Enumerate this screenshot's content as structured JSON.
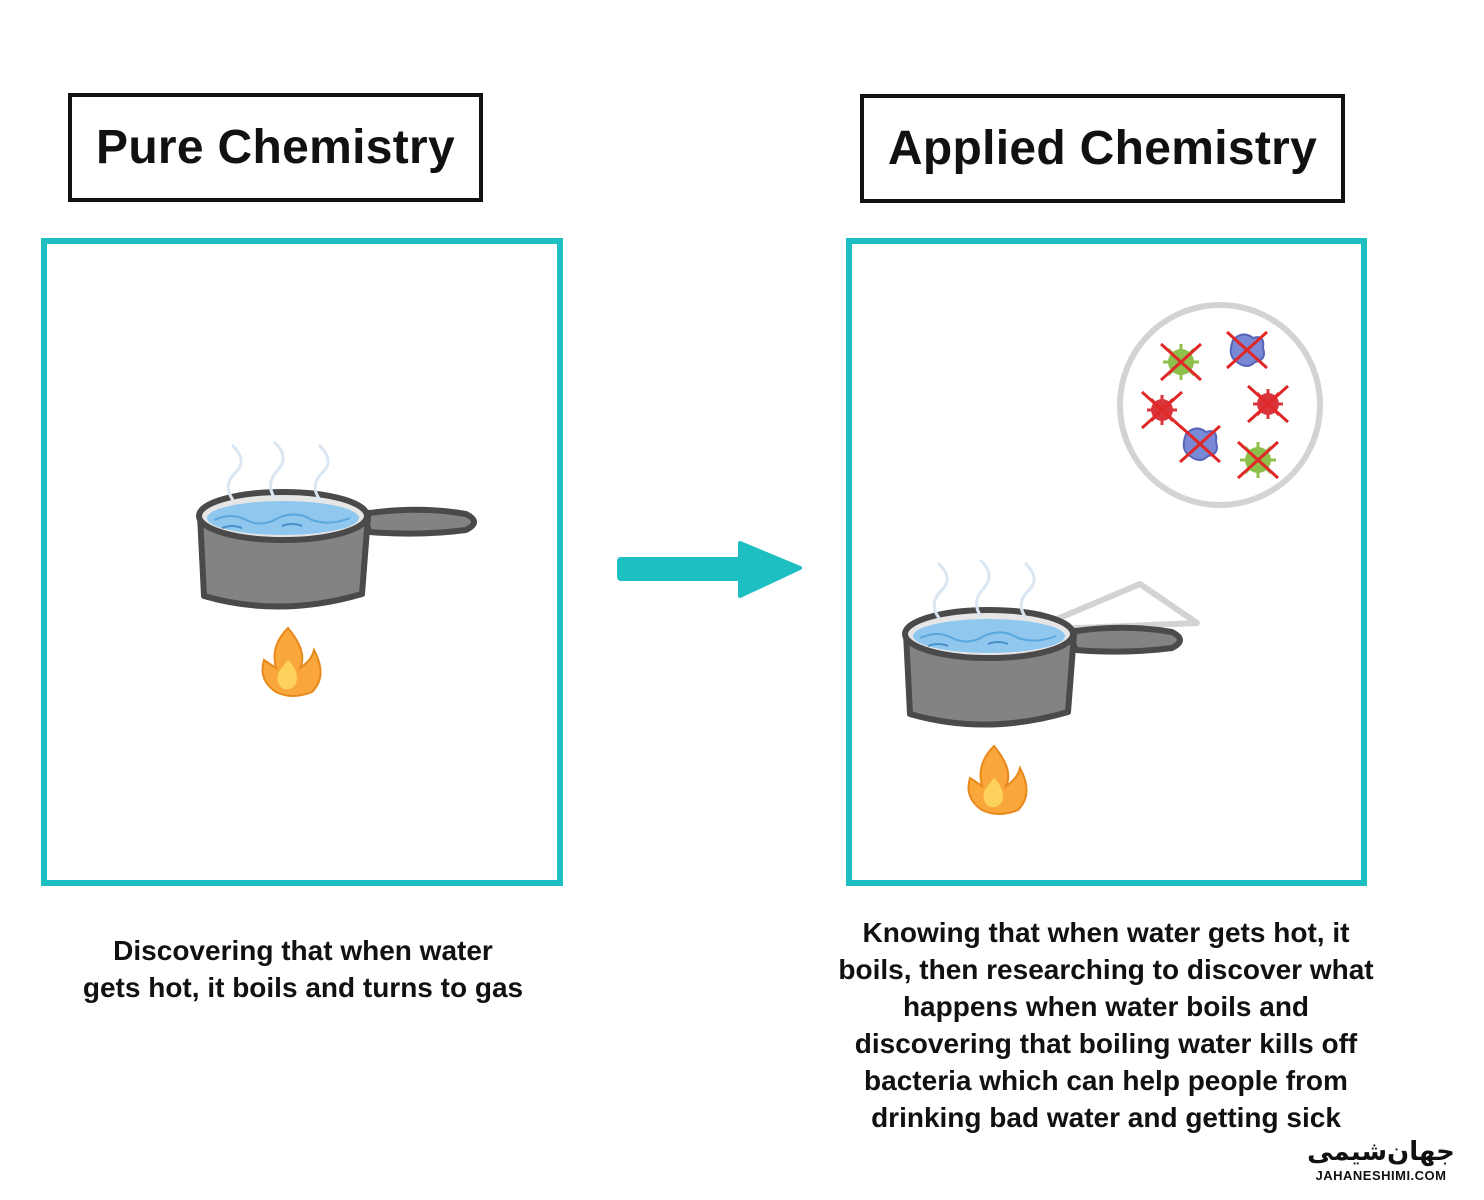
{
  "pure": {
    "title": "Pure Chemistry",
    "caption": "Discovering that when water gets hot, it boils and turns to gas"
  },
  "applied": {
    "title": "Applied Chemistry",
    "caption": "Knowing that when water gets hot, it boils, then researching to discover what happens when water boils and discovering that boiling water kills off bacteria which can help people from drinking bad water and getting sick"
  },
  "logo": {
    "arabic": "جهان‌شیمی",
    "latin": "JAHANESHIMI.COM"
  },
  "colors": {
    "panel_border": "#1dbfc2",
    "arrow": "#1dbfc2",
    "pot": "#838383",
    "pot_outline": "#4a4a4a",
    "water": "#8fc7ee",
    "flame_outer": "#f9a63b",
    "flame_inner": "#fcd25c",
    "magnifier": "#d3d3d3",
    "cross": "#e02828",
    "microbe_green": "#8cc04a",
    "microbe_blue": "#7a89d6",
    "microbe_red": "#d9343a"
  },
  "icons": [
    "pot-icon",
    "flame-icon",
    "steam-icon",
    "arrow-right-icon",
    "magnifier-icon",
    "microbe-icon"
  ]
}
